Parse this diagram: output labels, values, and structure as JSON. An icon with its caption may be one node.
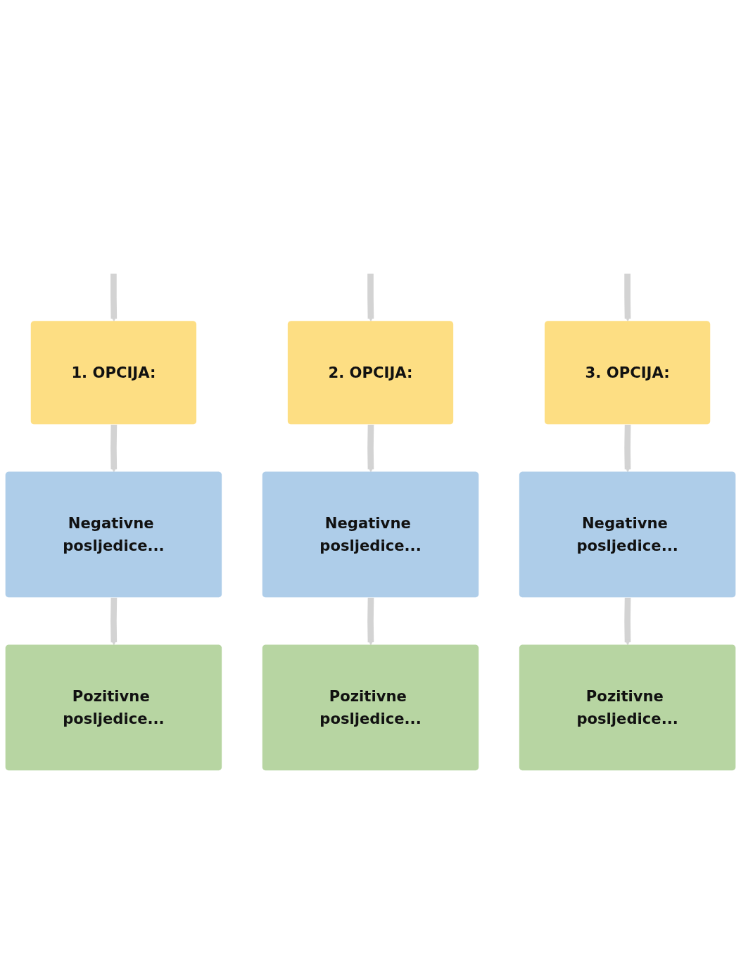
{
  "diagram": {
    "nodes": [
      {
        "text": [
          "1. OPCIJA:"
        ]
      },
      {
        "text": [
          "2. OPCIJA:"
        ]
      },
      {
        "text": [
          "3. OPCIJA:"
        ]
      },
      {
        "text": [
          "Negativne posljedice..."
        ]
      },
      {
        "text": [
          "Negativne posljedice..."
        ]
      },
      {
        "text": [
          "Negativne posljedice..."
        ]
      },
      {
        "text": [
          "Pozitivne posljedice..."
        ]
      },
      {
        "text": [
          "Pozitivne posljedice..."
        ]
      },
      {
        "text": [
          "Pozitivne posljedice..."
        ]
      }
    ],
    "edges": [
      {
        "from": null,
        "to": 0,
        "arrow": "to"
      },
      {
        "from": null,
        "to": 1,
        "arrow": "to"
      },
      {
        "from": null,
        "to": 2,
        "arrow": "to"
      },
      {
        "from": 0,
        "to": 3,
        "arrow": "to"
      },
      {
        "from": 1,
        "to": 4,
        "arrow": "to"
      },
      {
        "from": 2,
        "to": 5,
        "arrow": "to"
      },
      {
        "from": 3,
        "to": 6,
        "arrow": "to"
      },
      {
        "from": 4,
        "to": 7,
        "arrow": "to"
      },
      {
        "from": 5,
        "to": 8,
        "arrow": "to"
      }
    ]
  }
}
